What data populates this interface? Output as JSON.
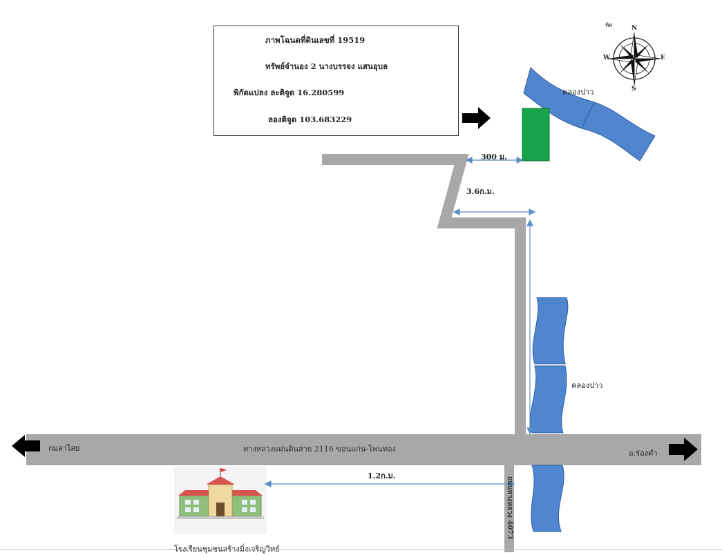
{
  "info": {
    "title": "ภาพโฉนดที่ดินเลขที่ 19519",
    "asset": "ทรัพย์จำนอง 2 นางบรรจง แสนอุบล",
    "lat": "พิกัดแปลง ละติจูด   16.280599",
    "lng": "ลองติจูด   103.683229"
  },
  "compass": {
    "north": "N",
    "south": "S",
    "east": "E",
    "west": "W",
    "caption": "ทิศ"
  },
  "labels": {
    "canal_top": "คลองปาว",
    "canal_mid": "คลองปาว",
    "dist_300": "300 ม.",
    "dist_3_6": "3.6ก.ม.",
    "dist_1_2": "1.2ก.ม.",
    "highway": "ทางหลวงแผ่นดินสาย 2116  ขอนแก่น-โพนทอง",
    "left_dest": "กมลาไสย",
    "right_dest": "อ.ร่องคำ",
    "side_road": "ถนนทางหลวง 4073",
    "school": "โรงเรียนชุมชนสร้างมิ่งเจริญวิทย์"
  },
  "colors": {
    "road": "#a8a8a8",
    "water": "#4f86cf",
    "water_stroke": "#2e5f9e",
    "parcel": "#16a34a",
    "dim_line": "#5b8ec4",
    "arrow": "#000000"
  }
}
